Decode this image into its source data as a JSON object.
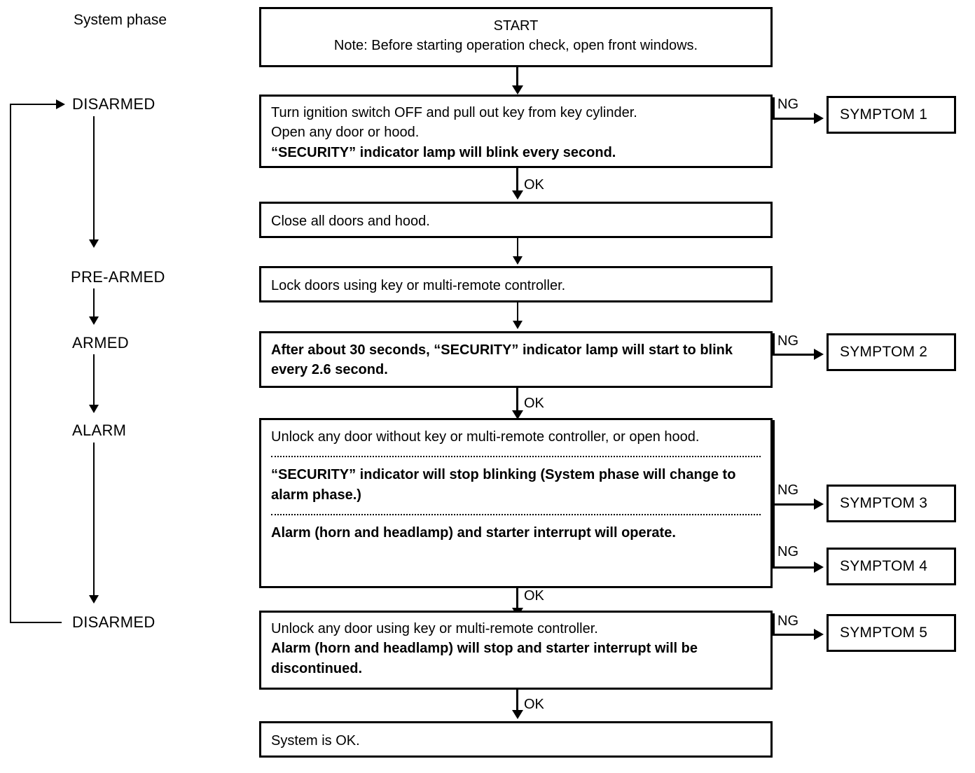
{
  "diagram": {
    "column_title": "System phase",
    "phases": [
      {
        "label": "DISARMED"
      },
      {
        "label": "PRE-ARMED"
      },
      {
        "label": "ARMED"
      },
      {
        "label": "ALARM"
      },
      {
        "label": "DISARMED"
      }
    ],
    "steps": [
      {
        "id": "start",
        "lines": [
          {
            "text": "START",
            "bold": false,
            "align": "center"
          },
          {
            "text": "Note: Before starting operation check, open front windows.",
            "bold": false,
            "align": "center"
          }
        ]
      },
      {
        "id": "step-disarmed-check",
        "lines": [
          {
            "text": "Turn ignition switch OFF and pull out key from key cylinder.",
            "bold": false
          },
          {
            "text": "Open any door or hood.",
            "bold": false
          },
          {
            "text": "“SECURITY” indicator lamp will blink every second.",
            "bold": true
          }
        ]
      },
      {
        "id": "step-close-doors",
        "lines": [
          {
            "text": "Close all doors and hood.",
            "bold": false
          }
        ]
      },
      {
        "id": "step-lock-doors",
        "lines": [
          {
            "text": "Lock doors using key or multi-remote controller.",
            "bold": false
          }
        ]
      },
      {
        "id": "step-armed-check",
        "lines": [
          {
            "text": "After about 30 seconds, “SECURITY” indicator lamp will start to blink every 2.6 second.",
            "bold": true
          }
        ]
      },
      {
        "id": "step-alarm-check",
        "lines": [
          {
            "text": "Unlock any door without key or multi-remote controller, or open hood.",
            "bold": false
          },
          {
            "separator": true
          },
          {
            "text": "“SECURITY” indicator will stop blinking (System phase will change to alarm phase.)",
            "bold": true
          },
          {
            "separator": true
          },
          {
            "text": "Alarm (horn and headlamp) and starter interrupt will operate.",
            "bold": true
          }
        ]
      },
      {
        "id": "step-disarm-check",
        "lines": [
          {
            "text": "Unlock any door using key or multi-remote controller.",
            "bold": false
          },
          {
            "text": "Alarm (horn and headlamp) will stop and starter interrupt will be discontinued.",
            "bold": true
          }
        ]
      },
      {
        "id": "step-system-ok",
        "lines": [
          {
            "text": "System is OK.",
            "bold": false
          }
        ]
      }
    ],
    "symptoms": [
      {
        "label": "SYMPTOM 1"
      },
      {
        "label": "SYMPTOM 2"
      },
      {
        "label": "SYMPTOM 3"
      },
      {
        "label": "SYMPTOM 4"
      },
      {
        "label": "SYMPTOM 5"
      }
    ],
    "edge_labels": {
      "ok": "OK",
      "ng": "NG"
    },
    "ok_labels": [
      "OK",
      "OK",
      "OK",
      "OK"
    ],
    "ng_labels": [
      "NG",
      "NG",
      "NG",
      "NG",
      "NG"
    ],
    "colors": {
      "stroke": "#000000",
      "background": "#ffffff",
      "text": "#000000"
    }
  }
}
